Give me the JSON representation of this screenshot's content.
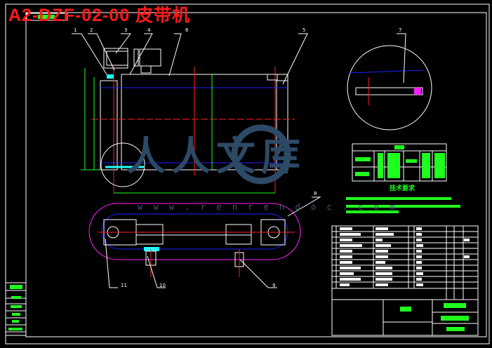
{
  "drawing": {
    "title": "A2-DZF-02-00 皮带机",
    "watermark_cn": "人人文库",
    "watermark_url": "w w w . r e n r e n d o c . c o m",
    "tech_requirements_heading": "技术要求",
    "part_labels": [
      "1",
      "2",
      "3",
      "4",
      "6",
      "5",
      "7",
      "8",
      "11",
      "10",
      "9"
    ],
    "colors": {
      "frame": "#ffffff",
      "title": "#ff1a1a",
      "dimension": "#20ff20",
      "centerline": "#ff2020",
      "hidden": "#2020ff",
      "outline": "#ff20ff",
      "cyan": "#20ffff"
    }
  }
}
